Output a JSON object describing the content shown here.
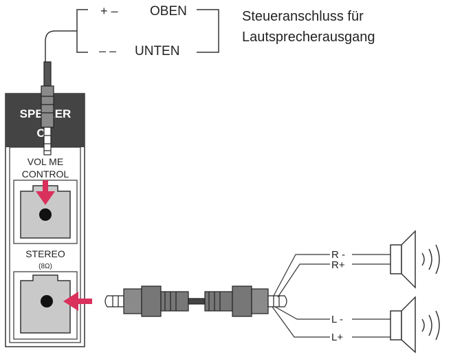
{
  "connector": {
    "top_label": "OBEN",
    "bottom_label": "UNTEN",
    "top_symbols": "+ –",
    "bottom_symbols": "– –"
  },
  "description": {
    "line1": "Steueranschluss für",
    "line2": "Lautsprecherausgang"
  },
  "panel": {
    "header_line1": "SPE  KER",
    "header_line2": "O",
    "volume_line1": "VOL  ME",
    "volume_line2": "CONTROL",
    "stereo_line1": "STEREO",
    "stereo_line2": "(8Ω)"
  },
  "speaker_wires": {
    "right_minus": "R -",
    "right_plus": "R+",
    "left_minus": "L -",
    "left_plus": "L+"
  },
  "colors": {
    "accent": "#d9315c",
    "panel_header": "#444444",
    "jack_fill": "#c9c9c9",
    "plug_fill": "#8a8a8a"
  }
}
